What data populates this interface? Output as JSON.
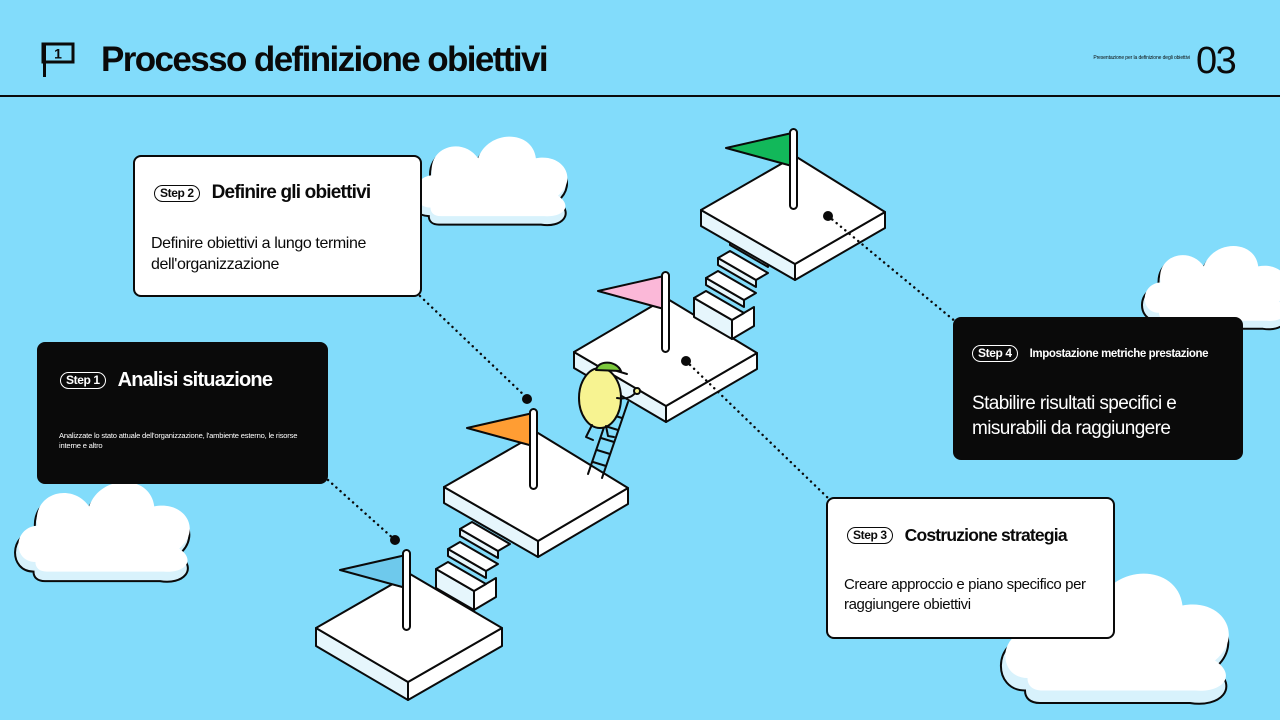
{
  "header": {
    "logo_number": "1",
    "title": "Processo definizione obiettivi",
    "subtitle": "Presentazione per la definizione degli obiettivi",
    "page_number": "03"
  },
  "steps": [
    {
      "badge": "Step 1",
      "title": "Analisi situazione",
      "description": "Analizzate lo stato attuale dell'organizzazione, l'ambiente esterno, le risorse interne e altro",
      "flag_color": "#6ec9ec"
    },
    {
      "badge": "Step 2",
      "title": "Definire gli obiettivi",
      "description": "Definire obiettivi a lungo termine dell'organizzazione",
      "flag_color": "#ff9d33"
    },
    {
      "badge": "Step 3",
      "title": "Costruzione strategia",
      "description": "Creare approccio e piano specifico per raggiungere obiettivi",
      "flag_color": "#fbb8d8"
    },
    {
      "badge": "Step 4",
      "title": "Impostazione metriche prestazione",
      "description": "Stabilire risultati specifici e misurabili da raggiungere",
      "flag_color": "#12b85a"
    }
  ],
  "colors": {
    "background": "#82dcfb",
    "ink": "#0a0a0a",
    "cloud_shadow": "#d8f2fc",
    "platform_side": "#e6f6fc",
    "character": "#f7f391",
    "character_cap": "#7bc83c"
  }
}
